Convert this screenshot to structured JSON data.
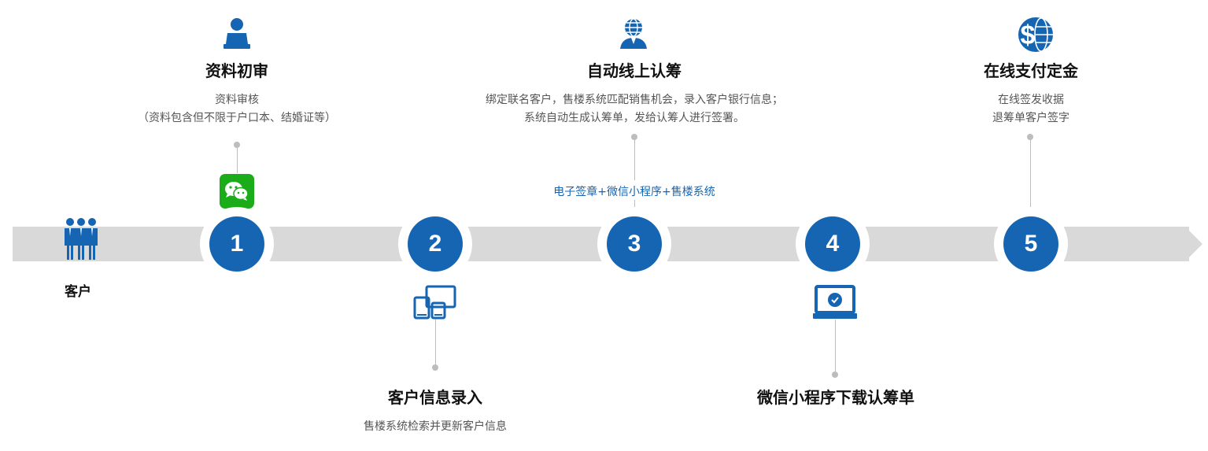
{
  "customer": {
    "label": "客户"
  },
  "tool_label": "电子签章+微信小程序+售楼系统",
  "steps": [
    {
      "number": "1",
      "title": "资料初审",
      "desc_lines": [
        "资料审核",
        "（资料包含但不限于户口本、结婚证等）"
      ]
    },
    {
      "number": "2",
      "title": "客户信息录入",
      "desc_lines": [
        "售楼系统检索并更新客户信息"
      ]
    },
    {
      "number": "3",
      "title": "自动线上认筹",
      "desc_lines": [
        "绑定联名客户，售楼系统匹配销售机会，录入客户银行信息；",
        "系统自动生成认筹单，发给认筹人进行签署。"
      ]
    },
    {
      "number": "4",
      "title": "微信小程序下载认筹单",
      "desc_lines": []
    },
    {
      "number": "5",
      "title": "在线支付定金",
      "desc_lines": [
        "在线签发收据",
        "退筹单客户签字"
      ]
    }
  ],
  "colors": {
    "primary": "#1565b3",
    "band": "#d9d9d9",
    "wechat": "#1aad19",
    "connector": "#bdbdbd"
  },
  "icons": {
    "customer": "group-people-icon",
    "step1": "user-at-desk-icon",
    "step1_app": "wechat-icon",
    "step2": "devices-icon",
    "step3": "globe-user-icon",
    "step4": "laptop-check-icon",
    "step5": "dollar-globe-icon"
  }
}
